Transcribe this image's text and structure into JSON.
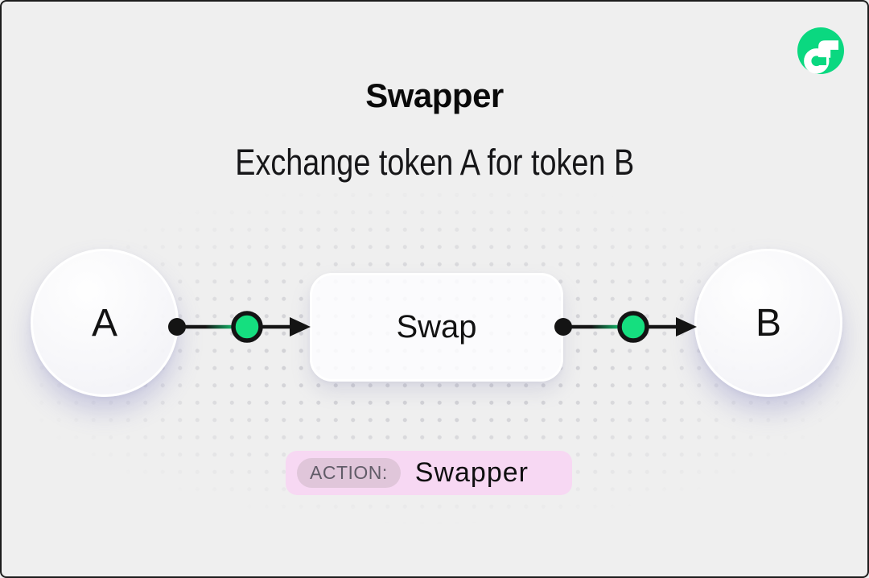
{
  "header": {
    "title": "Swapper",
    "subtitle": "Exchange token A for token B"
  },
  "logo": {
    "name": "flow-logo",
    "color": "#0ad880"
  },
  "diagram": {
    "nodes": [
      {
        "id": "token-a",
        "label": "A",
        "type": "circle"
      },
      {
        "id": "swap",
        "label": "Swap",
        "type": "box"
      },
      {
        "id": "token-b",
        "label": "B",
        "type": "circle"
      }
    ],
    "edges": [
      {
        "from": "token-a",
        "to": "swap"
      },
      {
        "from": "swap",
        "to": "token-b"
      }
    ],
    "accent_green": "#15df7f",
    "line_color": "#141414"
  },
  "footer": {
    "action_label": "ACTION:",
    "action_value": "Swapper",
    "badge_bg": "#f7d8f3",
    "label_bg": "#e0c6da"
  },
  "canvas": {
    "background": "#efefef",
    "border_color": "#1c1c1c",
    "dot_color": "#d2d2d6"
  }
}
